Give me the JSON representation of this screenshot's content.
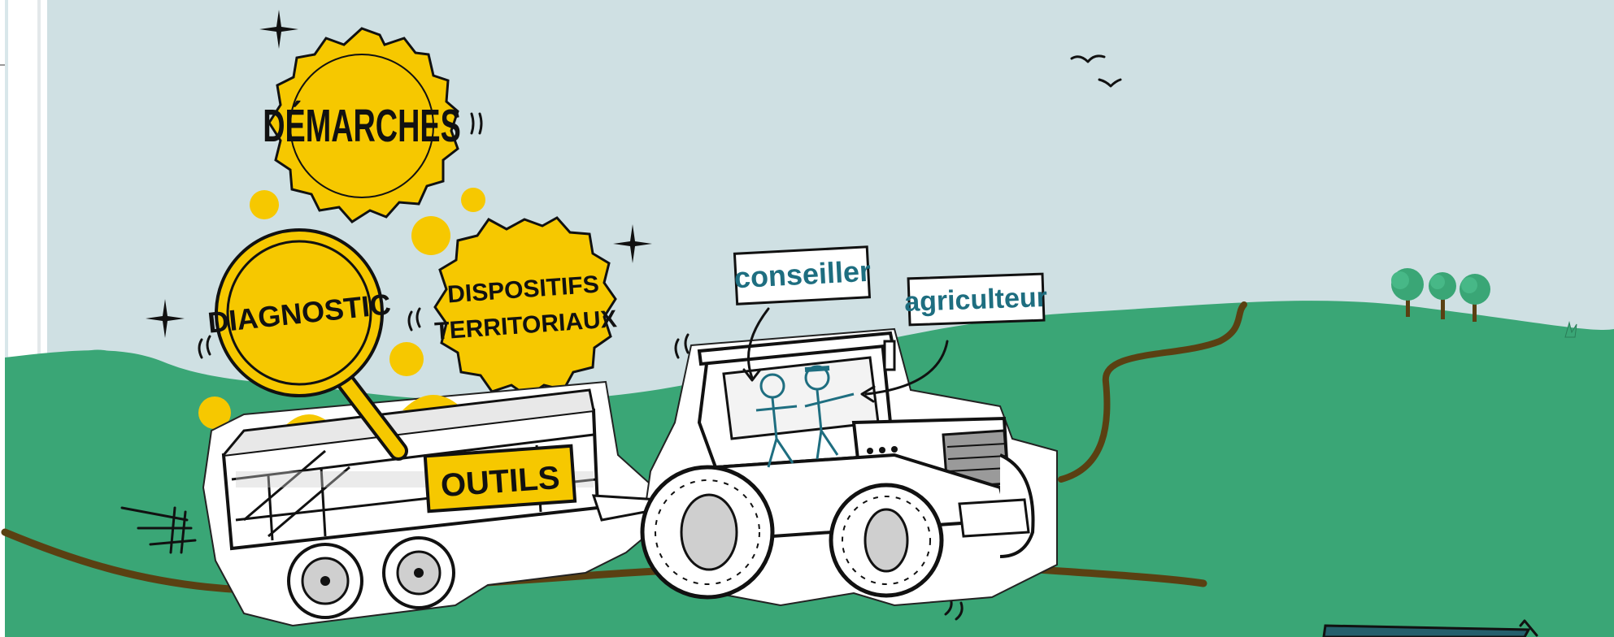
{
  "labels": {
    "demarches": "DÉMARCHES",
    "diagnostic": "DIAGNOSTIC",
    "dispositifs_line1": "DISPOSITIFS",
    "dispositifs_line2": "TERRITORIAUX",
    "outils": "OUTILS",
    "conseiller": "conseiller",
    "agriculteur": "agriculteur"
  },
  "colors": {
    "sky": "#cfe0e3",
    "field": "#3aa676",
    "path": "#5a4012",
    "gear": "#f6c800",
    "teal_text": "#1e6e80",
    "ink": "#111111",
    "sticker": "#ffffff"
  },
  "icons": [
    "gear-icon",
    "magnifier-icon",
    "sparkle-icon",
    "bird-icon",
    "tree-icon",
    "tractor-icon",
    "trailer-icon"
  ]
}
